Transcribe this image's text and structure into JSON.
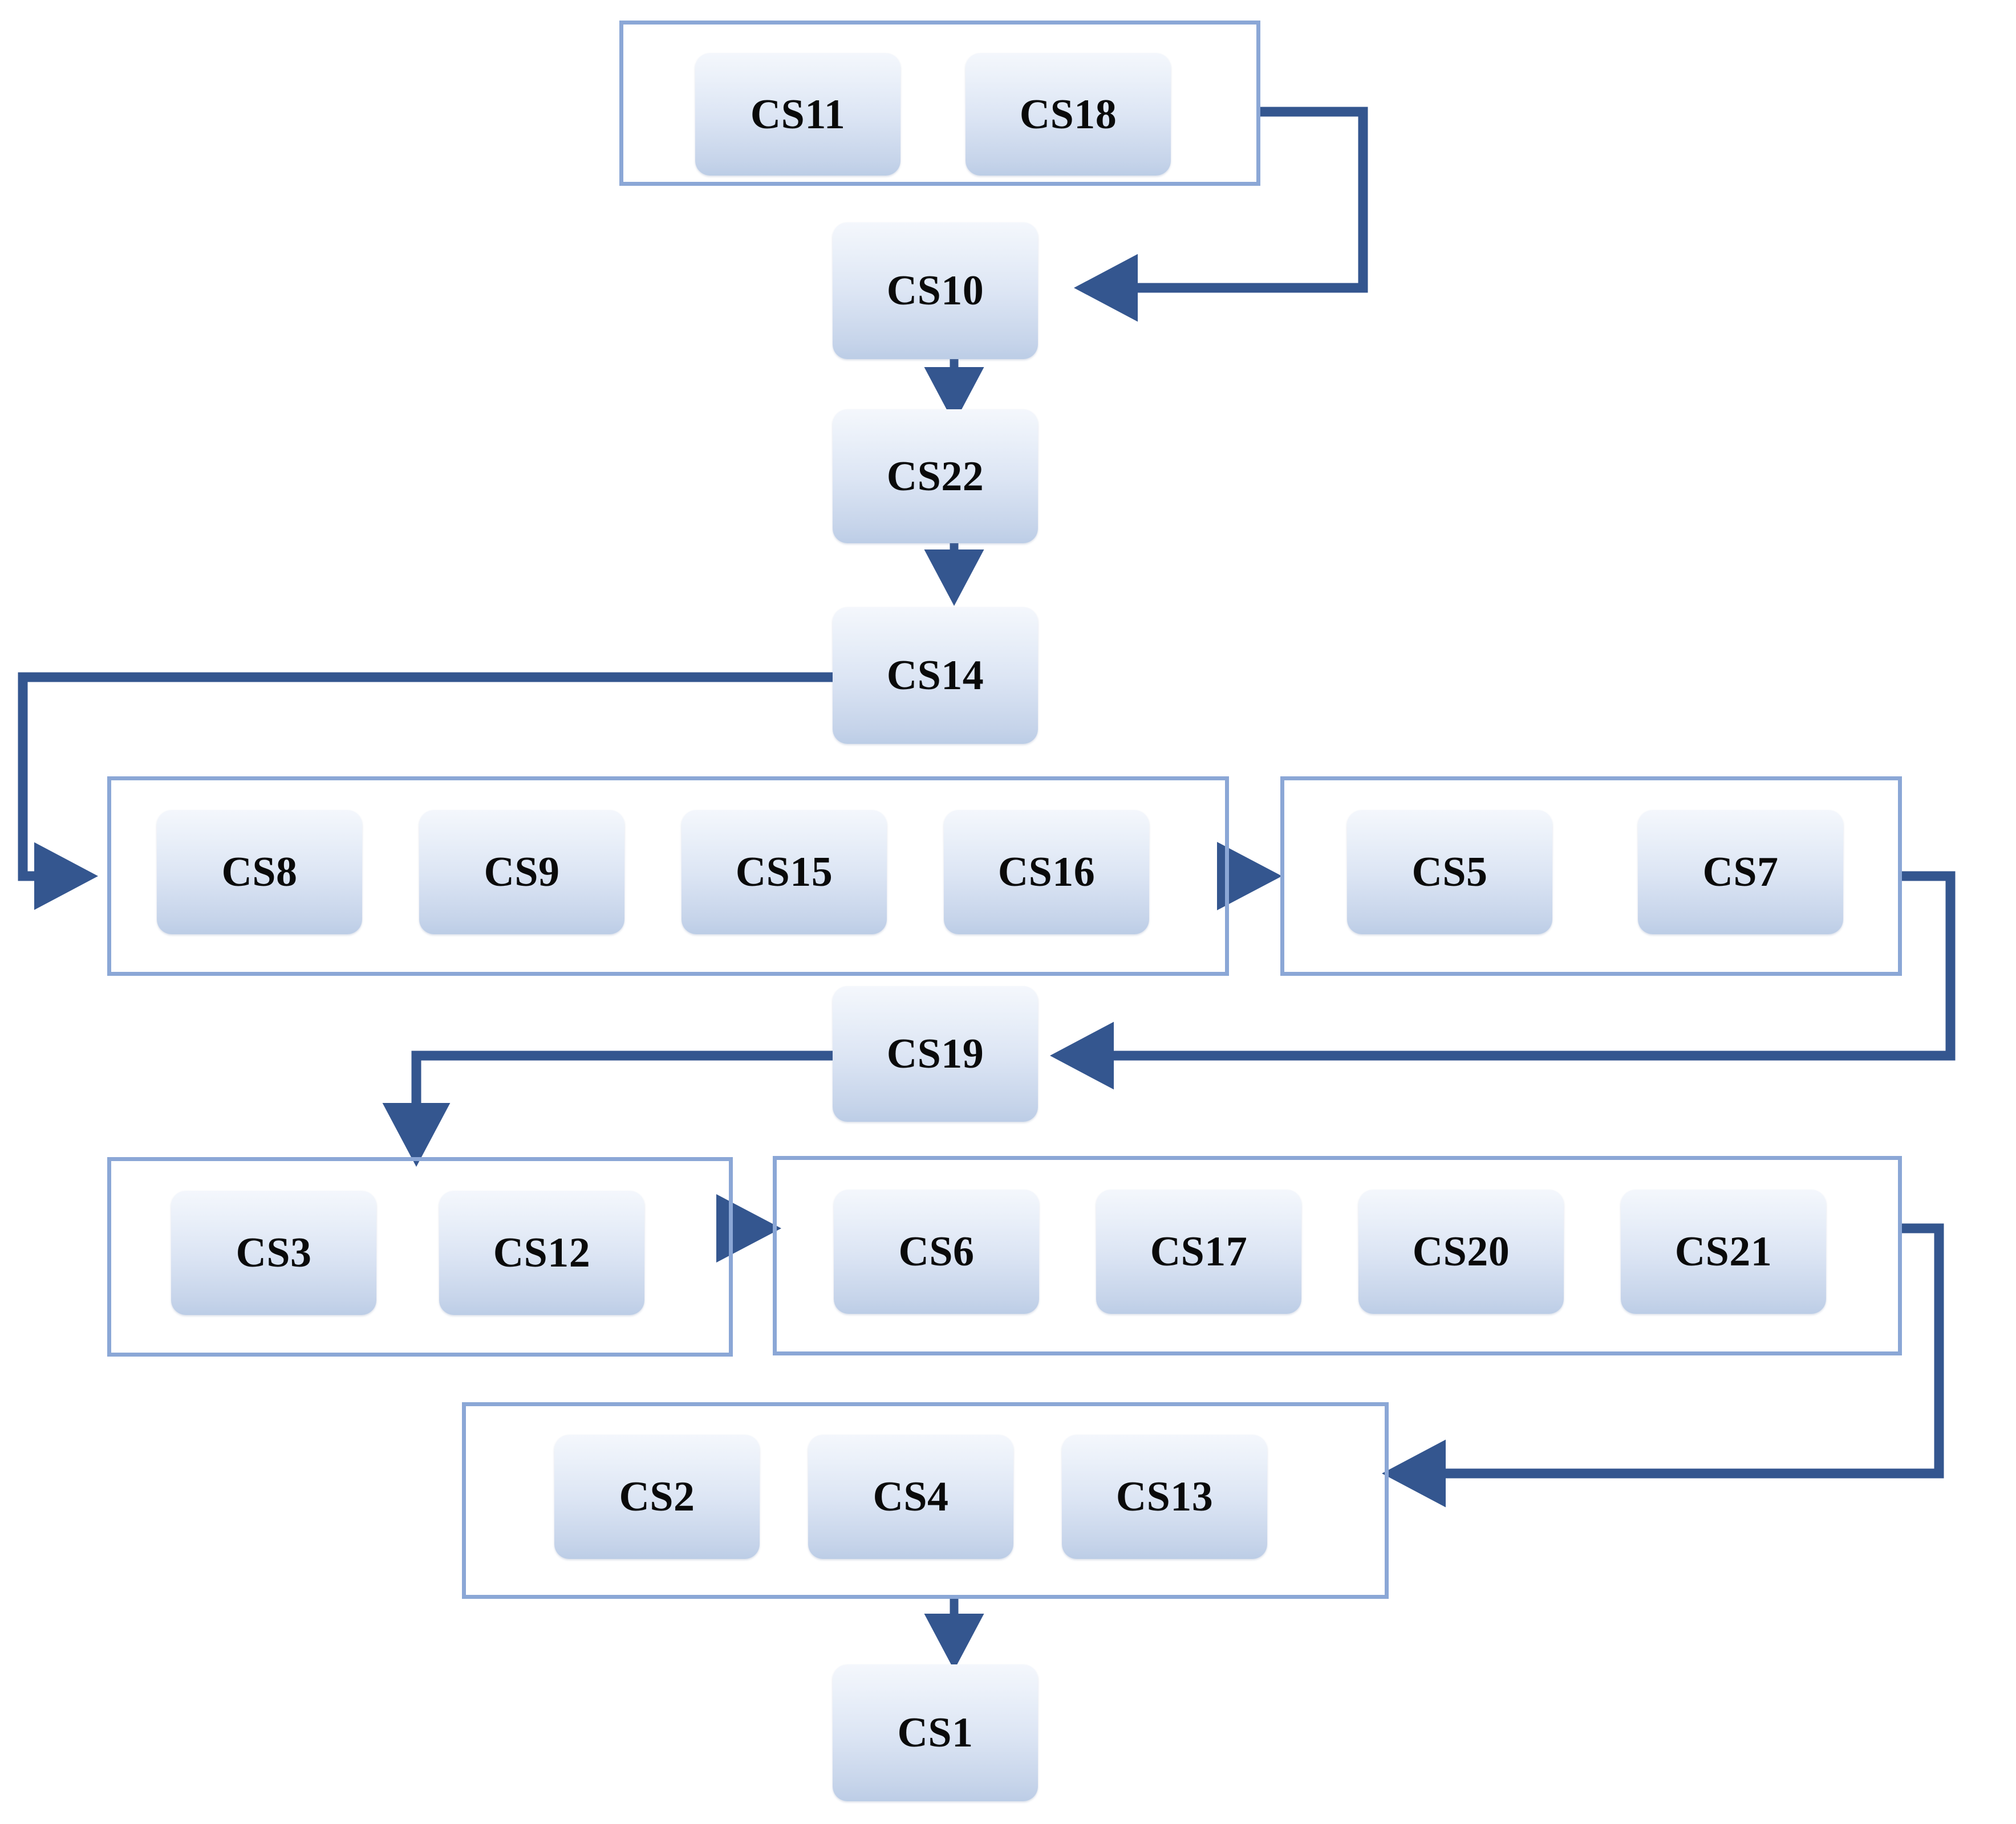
{
  "diagram": {
    "type": "flowchart",
    "title": "",
    "colors": {
      "node_fill_top": "#f4f7fc",
      "node_fill_bottom": "#bccde6",
      "node_text": "#0a0a0a",
      "group_border": "#8ba7d6",
      "connector": "#34568f",
      "background": "#ffffff"
    },
    "nodes": [
      {
        "id": "CS11",
        "label": "CS11"
      },
      {
        "id": "CS18",
        "label": "CS18"
      },
      {
        "id": "CS10",
        "label": "CS10"
      },
      {
        "id": "CS22",
        "label": "CS22"
      },
      {
        "id": "CS14",
        "label": "CS14"
      },
      {
        "id": "CS8",
        "label": "CS8"
      },
      {
        "id": "CS9",
        "label": "CS9"
      },
      {
        "id": "CS15",
        "label": "CS15"
      },
      {
        "id": "CS16",
        "label": "CS16"
      },
      {
        "id": "CS5",
        "label": "CS5"
      },
      {
        "id": "CS7",
        "label": "CS7"
      },
      {
        "id": "CS19",
        "label": "CS19"
      },
      {
        "id": "CS3",
        "label": "CS3"
      },
      {
        "id": "CS12",
        "label": "CS12"
      },
      {
        "id": "CS6",
        "label": "CS6"
      },
      {
        "id": "CS17",
        "label": "CS17"
      },
      {
        "id": "CS20",
        "label": "CS20"
      },
      {
        "id": "CS21",
        "label": "CS21"
      },
      {
        "id": "CS2",
        "label": "CS2"
      },
      {
        "id": "CS4",
        "label": "CS4"
      },
      {
        "id": "CS13",
        "label": "CS13"
      },
      {
        "id": "CS1",
        "label": "CS1"
      }
    ],
    "groups": [
      {
        "id": "g-top",
        "members": [
          "CS11",
          "CS18"
        ]
      },
      {
        "id": "g-mid-left",
        "members": [
          "CS8",
          "CS9",
          "CS15",
          "CS16"
        ]
      },
      {
        "id": "g-mid-right",
        "members": [
          "CS5",
          "CS7"
        ]
      },
      {
        "id": "g-low-left",
        "members": [
          "CS3",
          "CS12"
        ]
      },
      {
        "id": "g-low-right",
        "members": [
          "CS6",
          "CS17",
          "CS20",
          "CS21"
        ]
      },
      {
        "id": "g-bottom",
        "members": [
          "CS2",
          "CS4",
          "CS13"
        ]
      }
    ],
    "edges": [
      {
        "from": "g-top",
        "to": "CS10",
        "route": "right-down-left"
      },
      {
        "from": "CS10",
        "to": "CS22",
        "route": "down"
      },
      {
        "from": "CS22",
        "to": "CS14",
        "route": "down"
      },
      {
        "from": "CS14",
        "to": "g-mid-left",
        "route": "left-down-right"
      },
      {
        "from": "g-mid-left",
        "to": "g-mid-right",
        "route": "right"
      },
      {
        "from": "g-mid-right",
        "to": "CS19",
        "route": "right-down-left"
      },
      {
        "from": "CS19",
        "to": "g-low-left",
        "route": "left-down"
      },
      {
        "from": "g-low-left",
        "to": "g-low-right",
        "route": "right"
      },
      {
        "from": "g-low-right",
        "to": "g-bottom",
        "route": "right-down-left"
      },
      {
        "from": "g-bottom",
        "to": "CS1",
        "route": "down"
      }
    ]
  }
}
